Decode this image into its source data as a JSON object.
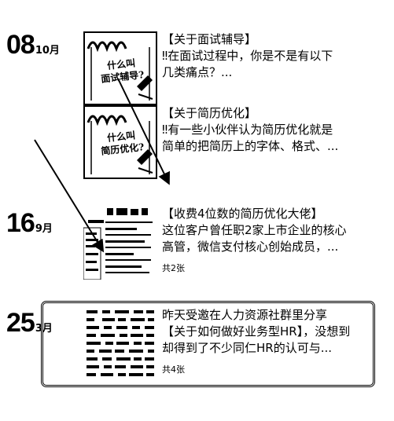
{
  "posts": [
    {
      "day": "08",
      "month": "10月",
      "thumb_text": [
        "什么叫",
        "面试辅导?"
      ],
      "lines": [
        "【关于面试辅导】",
        "‼在面试过程中，你是不是有以下",
        "几类痛点？..."
      ]
    },
    {
      "thumb_text": [
        "什么叫",
        "简历优化?"
      ],
      "lines": [
        "【关于简历优化】",
        "‼有一些小伙伴认为简历优化就是",
        "简单的把简历上的字体、格式、..."
      ]
    },
    {
      "day": "16",
      "month": "9月",
      "lines": [
        "【收费4位数的简历优化大佬】",
        "这位客户曾任职2家上市企业的核心",
        "高管，微信支付核心创始成员，..."
      ],
      "count": "共2张"
    },
    {
      "day": "25",
      "month": "3月",
      "lines": [
        "昨天受邀在人力资源社群里分享",
        "【关于如何做好业务型HR】，没想到",
        "却得到了不少同仁HR的认可与..."
      ],
      "count": "共4张"
    }
  ]
}
